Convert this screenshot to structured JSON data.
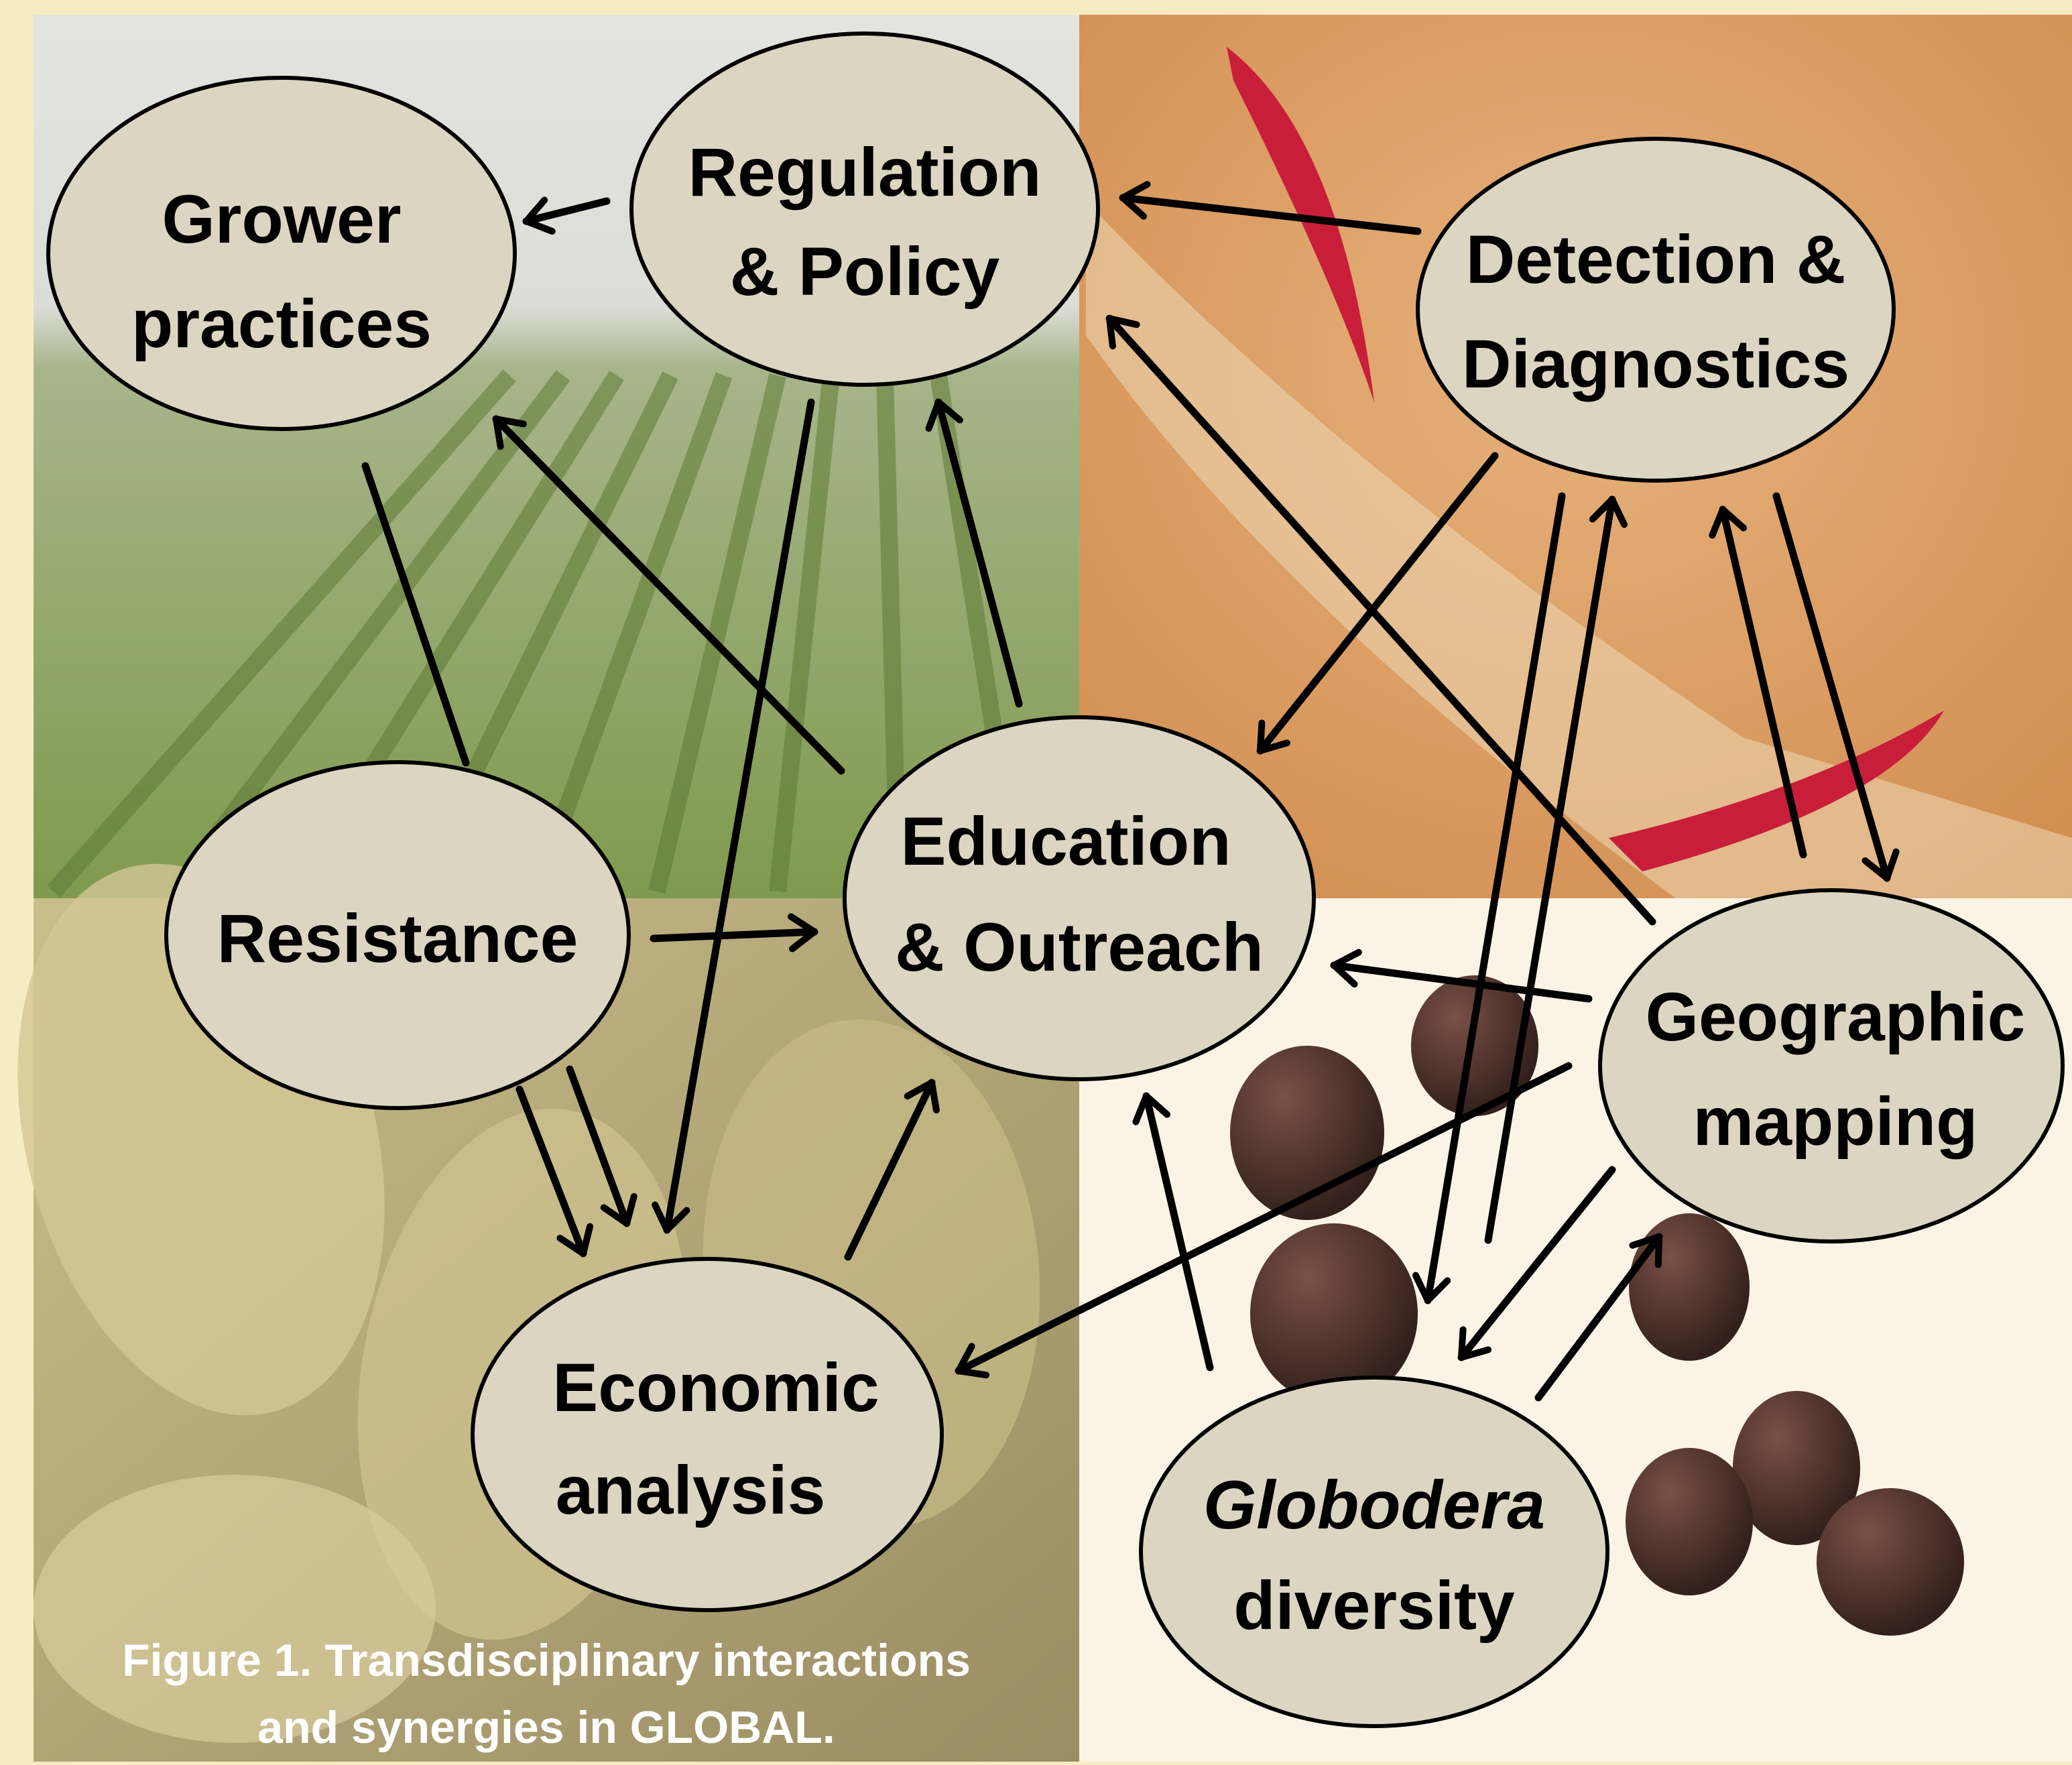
{
  "nodes": {
    "grower": {
      "line1": "Grower",
      "line2": "practices"
    },
    "regulation": {
      "line1": "Regulation",
      "line2": "& Policy"
    },
    "detection": {
      "line1": "Detection &",
      "line2": "Diagnostics"
    },
    "resistance": {
      "line1": "Resistance"
    },
    "education": {
      "line1": "Education",
      "line2": "& Outreach"
    },
    "geographic": {
      "line1": "Geographic",
      "line2": "mapping"
    },
    "economic": {
      "line1": "Economic",
      "line2": "analysis"
    },
    "globodera": {
      "line1": "Globodera",
      "line2": "diversity"
    }
  },
  "caption": {
    "line1": "Figure 1. Transdisciplinary interactions",
    "line2": "and synergies in GLOBAL."
  },
  "colors": {
    "node_fill": "#dcd5c1",
    "border_cream": "#f6ecc4",
    "field_sky": "#e2e2dd",
    "field_green": "#8fa45c",
    "microscope_bg": "#d99a5f",
    "stain_red": "#c81e3a",
    "potato_bg": "#b5a97a",
    "cyst_bg": "#faf3e6",
    "cyst_brown": "#4a2f28"
  }
}
